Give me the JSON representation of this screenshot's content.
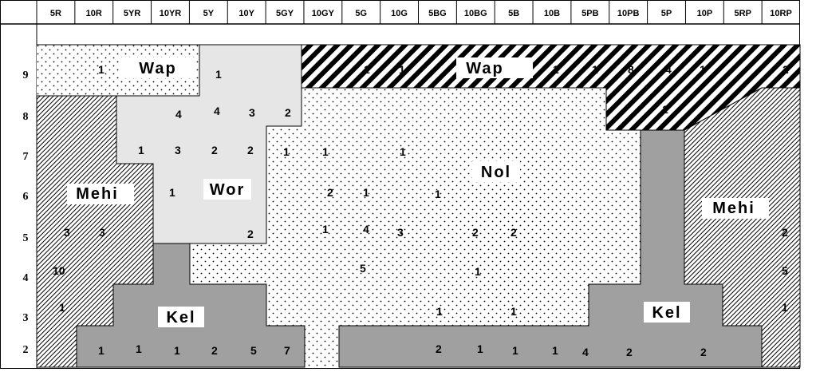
{
  "hues": [
    "5R",
    "10R",
    "5YR",
    "10YR",
    "5Y",
    "10Y",
    "5GY",
    "10GY",
    "5G",
    "10G",
    "5BG",
    "10BG",
    "5B",
    "10B",
    "5PB",
    "10PB",
    "5P",
    "10P",
    "5RP",
    "10RP"
  ],
  "values": [
    "9",
    "8",
    "7",
    "6",
    "5",
    "4",
    "3",
    "2"
  ],
  "regions": {
    "wap": "Wap",
    "wor": "Wor",
    "mehi": "Mehi",
    "nol": "Nol",
    "kel": "Kel"
  },
  "counts": [
    "1",
    "1",
    "1",
    "1",
    "1",
    "1",
    "8",
    "4",
    "1",
    "2",
    "4",
    "4",
    "3",
    "2",
    "1",
    "1",
    "3",
    "2",
    "2",
    "1",
    "1",
    "1",
    "1",
    "2",
    "1",
    "1",
    "2",
    "1",
    "4",
    "3",
    "2",
    "2",
    "3",
    "3",
    "2",
    "5",
    "1",
    "10",
    "5",
    "1",
    "1",
    "1",
    "1",
    "1",
    "1",
    "1",
    "2",
    "5",
    "7",
    "2",
    "1",
    "1",
    "1",
    "4",
    "2",
    "2"
  ],
  "colors": {
    "kel_fill": "#a0a0a0",
    "wor_fill": "#e6e6e6",
    "wap_stripe": "#000000",
    "grid_line": "#000000"
  }
}
